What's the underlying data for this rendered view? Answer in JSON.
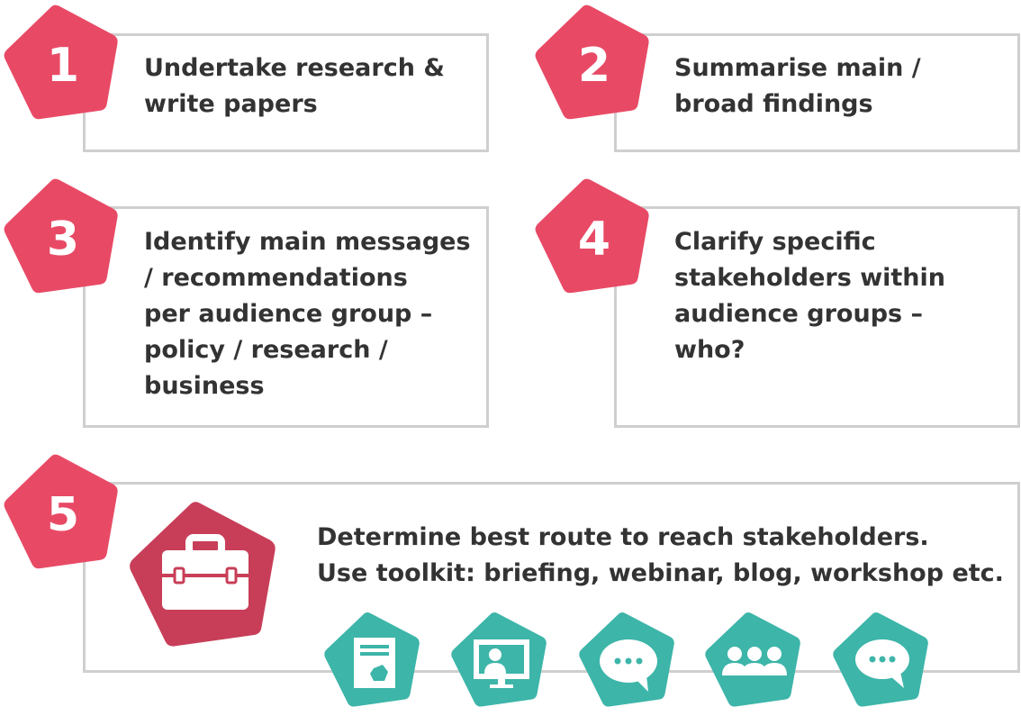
{
  "colors": {
    "step_badge": "#e84a66",
    "toolkit_badge": "#c83e58",
    "tool_icon": "#3db5a9",
    "box_border": "#cfcfcf",
    "text": "#333333"
  },
  "steps": [
    {
      "number": "1",
      "lines": [
        "Undertake research &",
        "write papers"
      ]
    },
    {
      "number": "2",
      "lines": [
        "Summarise main /",
        "broad findings"
      ]
    },
    {
      "number": "3",
      "lines": [
        "Identify main messages",
        "/ recommendations",
        "per audience group –",
        "policy / research /",
        "business"
      ]
    },
    {
      "number": "4",
      "lines": [
        "Clarify specific",
        "stakeholders within",
        "audience groups –",
        "who?"
      ]
    },
    {
      "number": "5",
      "lines": [
        "Determine best route to reach stakeholders.",
        "Use toolkit: briefing, webinar, blog, workshop etc."
      ]
    }
  ],
  "toolkit": {
    "main_icon": "briefcase-icon",
    "tools": [
      "briefing-document-icon",
      "webinar-icon",
      "blog-speech-bubble-icon",
      "workshop-group-icon",
      "speech-bubble-icon"
    ]
  }
}
